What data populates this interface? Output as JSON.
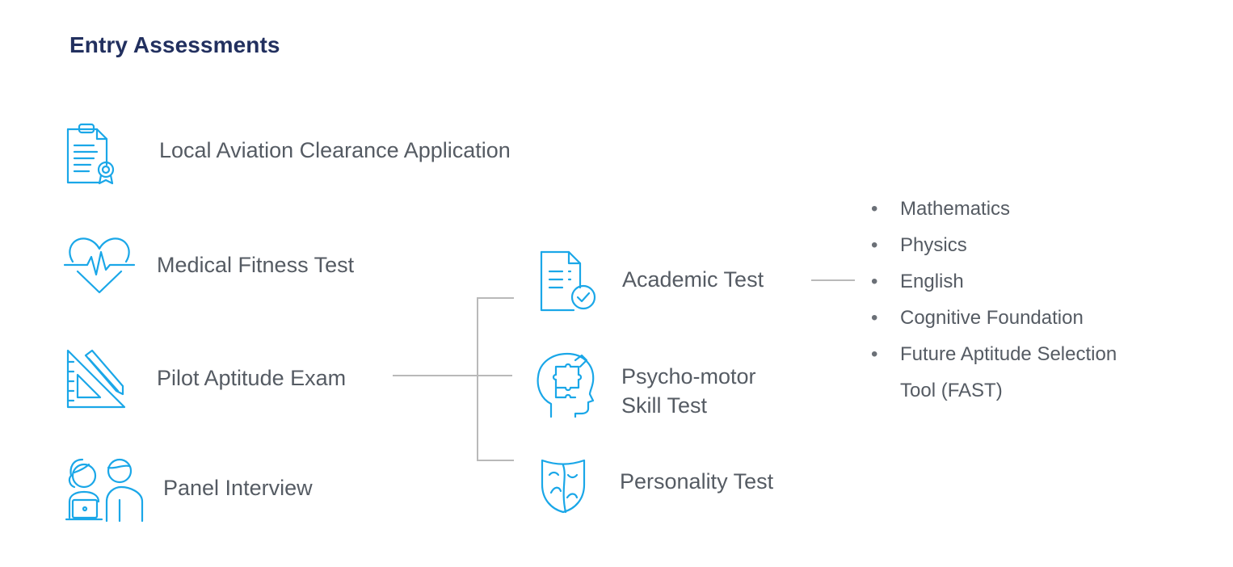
{
  "title": "Entry Assessments",
  "accent_color": "#1aa7e8",
  "title_color": "#22305f",
  "text_color": "#555b63",
  "assessments": [
    {
      "label": "Local Aviation Clearance Application",
      "icon": "certificate-document-icon"
    },
    {
      "label": "Medical Fitness Test",
      "icon": "heartbeat-icon"
    },
    {
      "label": "Pilot Aptitude Exam",
      "icon": "ruler-pencil-icon"
    },
    {
      "label": "Panel Interview",
      "icon": "interview-people-icon"
    }
  ],
  "aptitude_components": [
    {
      "label": "Academic Test",
      "icon": "checklist-document-icon"
    },
    {
      "label_line1": "Psycho-motor",
      "label_line2": "Skill Test",
      "icon": "head-puzzle-icon"
    },
    {
      "label": "Personality Test",
      "icon": "theatre-mask-icon"
    }
  ],
  "academic_subjects": [
    {
      "bullet": "•",
      "text": "Mathematics"
    },
    {
      "bullet": "•",
      "text": "Physics"
    },
    {
      "bullet": "•",
      "text": "English"
    },
    {
      "bullet": "•",
      "text": "Cognitive Foundation"
    },
    {
      "bullet": "•",
      "text": "Future Aptitude Selection"
    },
    {
      "bullet": "",
      "text": "Tool (FAST)"
    }
  ]
}
